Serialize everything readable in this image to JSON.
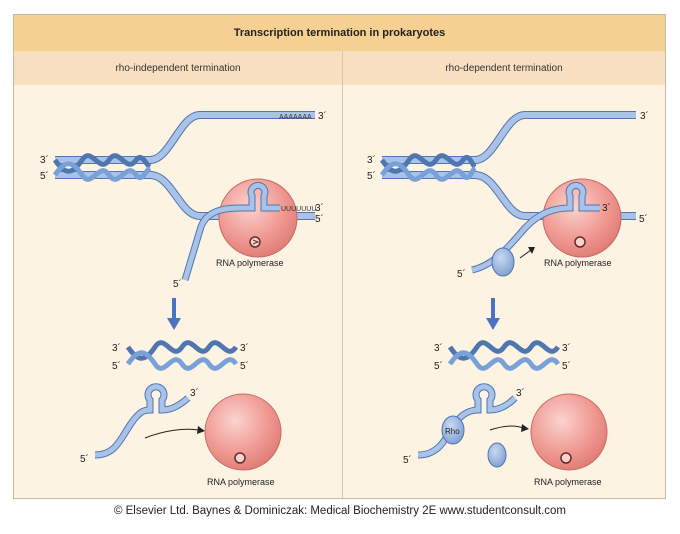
{
  "title": "Transcription termination in prokaryotes",
  "panels": {
    "left": {
      "heading": "rho-independent termination"
    },
    "right": {
      "heading": "rho-dependent termination"
    }
  },
  "labels": {
    "three_prime": "3´",
    "five_prime": "5´",
    "poly_a": "AAAAAAA",
    "poly_u": "UUUUUUU",
    "rna_polymerase": "RNA polymerase",
    "rho": "Rho"
  },
  "credit": "© Elsevier Ltd. Baynes & Dominiczak: Medical Biochemistry 2E www.studentconsult.com",
  "colors": {
    "title_bg": "#f6cf92",
    "panel_head_bg": "#f8dfc0",
    "panel_bg": "#fdf3e3",
    "dna_strand": "#8fb1de",
    "dna_outline": "#4f76b0",
    "polymerase": "#ec8e88",
    "arrow": "#4a73c0"
  }
}
